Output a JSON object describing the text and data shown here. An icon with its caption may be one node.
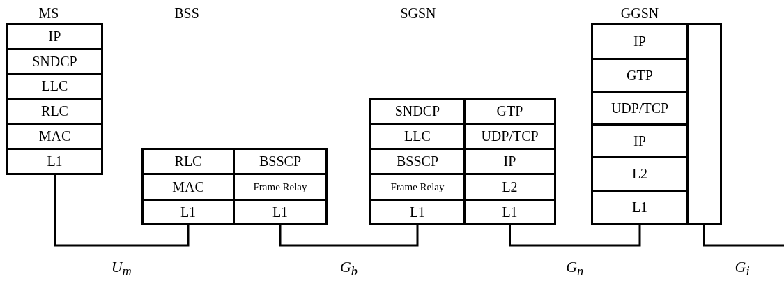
{
  "diagram": {
    "nodes": [
      {
        "text": [
          "IP"
        ]
      },
      {
        "text": [
          "SNDCP"
        ]
      },
      {
        "text": [
          "LLC"
        ]
      },
      {
        "text": [
          "RLC"
        ]
      },
      {
        "text": [
          "MAC"
        ]
      },
      {
        "text": [
          "L1"
        ]
      },
      {
        "text": [
          "RLC"
        ]
      },
      {
        "text": [
          "MAC"
        ]
      },
      {
        "text": [
          "L1"
        ]
      },
      {
        "text": [
          "BSSCP"
        ]
      },
      {
        "text": [
          "Frame Relay"
        ]
      },
      {
        "text": [
          "L1"
        ]
      },
      {
        "text": [
          "SNDCP"
        ]
      },
      {
        "text": [
          "LLC"
        ]
      },
      {
        "text": [
          "BSSCP"
        ]
      },
      {
        "text": [
          "Frame Relay"
        ]
      },
      {
        "text": [
          "L1"
        ]
      },
      {
        "text": [
          "GTP"
        ]
      },
      {
        "text": [
          "UDP/TCP"
        ]
      },
      {
        "text": [
          "IP"
        ]
      },
      {
        "text": [
          "L2"
        ]
      },
      {
        "text": [
          "L1"
        ]
      },
      {
        "text": [
          "IP"
        ]
      },
      {
        "text": [
          "GTP"
        ]
      },
      {
        "text": [
          "UDP/TCP"
        ]
      },
      {
        "text": [
          "IP"
        ]
      },
      {
        "text": [
          "L2"
        ]
      },
      {
        "text": [
          "L1"
        ]
      },
      {
        "text": [],
        "shape": "box"
      }
    ],
    "edges": [
      {
        "from": 5,
        "to": 8,
        "arrow": "none",
        "label": "U$_{m}$"
      },
      {
        "from": 11,
        "to": 16,
        "arrow": "none",
        "label": "G$_{b}$"
      },
      {
        "from": 21,
        "to": 27,
        "arrow": "none",
        "label": "G$_{n}$"
      },
      {
        "from": 28,
        "to": null,
        "arrow": "none",
        "label": "G$_{i}$"
      }
    ],
    "labels": [
      "MS",
      "BSS",
      "SGSN",
      "GGSN"
    ]
  }
}
